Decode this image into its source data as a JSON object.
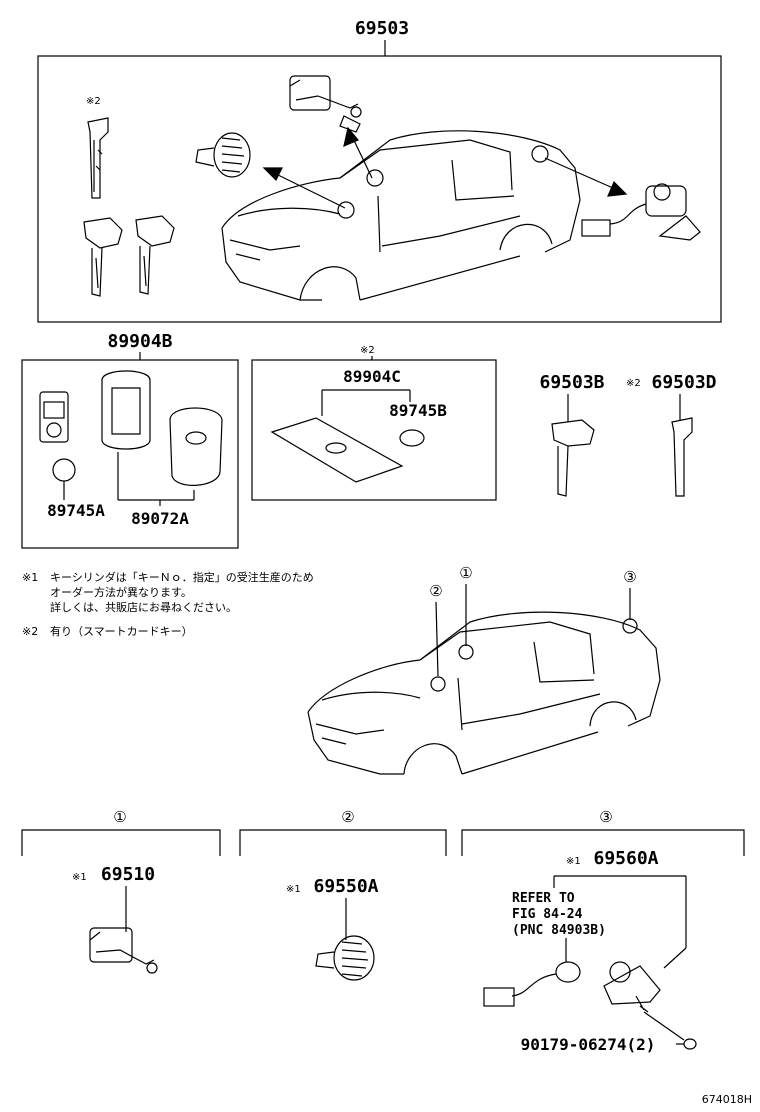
{
  "top_assembly": {
    "part": "69503"
  },
  "marks": {
    "m1": "※1",
    "m2": "※2"
  },
  "smart_key_set": {
    "part": "89904B",
    "battery": "89745A",
    "case": "89072A"
  },
  "card_key": {
    "mark": "※2",
    "part": "89904C",
    "battery": "89745B"
  },
  "keys": {
    "key_b": "69503B",
    "key_d_mark": "※2",
    "key_d": "69503D"
  },
  "notes": {
    "n1_mark": "※1",
    "n1_line1": "キーシリンダは「キーＮｏ．指定」の受注生産のため",
    "n1_line2": "オーダー方法が異なります。",
    "n1_line3": "詳しくは、共販店にお尋ねください。",
    "n2_mark": "※2",
    "n2_line1": "有り（スマートカードキー）"
  },
  "callouts": {
    "c1": "①",
    "c2": "②",
    "c3": "③"
  },
  "section1": {
    "callout": "①",
    "mark": "※1",
    "part": "69510"
  },
  "section2": {
    "callout": "②",
    "mark": "※1",
    "part": "69550A"
  },
  "section3": {
    "callout": "③",
    "mark": "※1",
    "part": "69560A",
    "refer1": "REFER TO",
    "refer2": "FIG 84-24",
    "refer3": "(PNC 84903B)",
    "screw": "90179-06274(2)"
  },
  "figure_code": "674018H"
}
